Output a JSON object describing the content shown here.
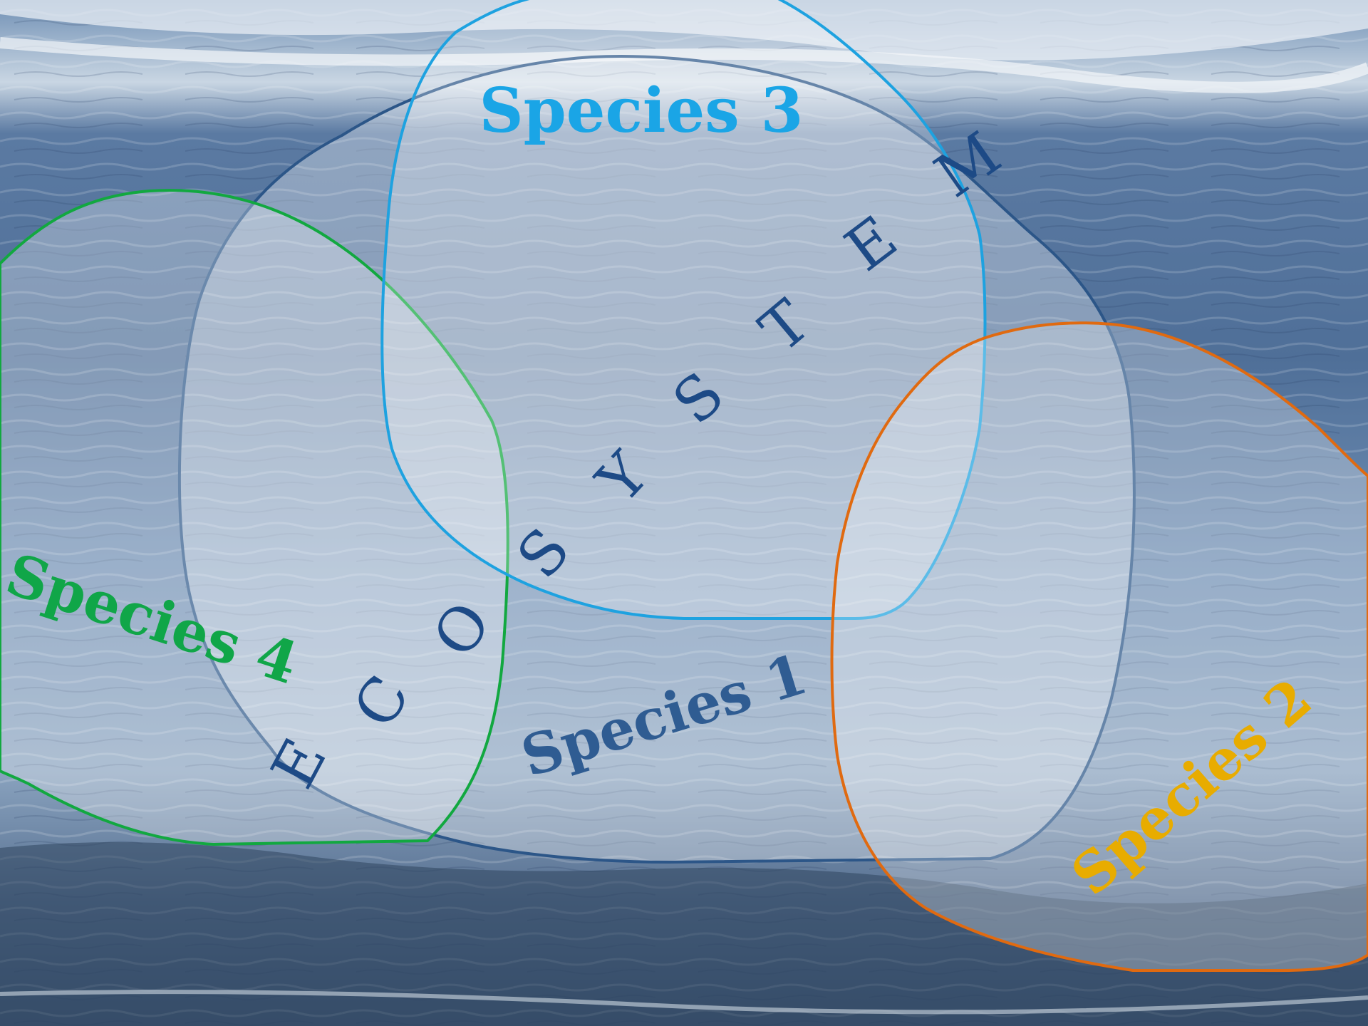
{
  "diagram": {
    "center_word": [
      "E",
      "C",
      "O",
      "S",
      "Y",
      "S",
      "T",
      "E",
      "M"
    ],
    "regions": [
      {
        "id": "species-1",
        "label": "Species 1",
        "outline_color": "#2c5688",
        "label_color": "#2f5c92"
      },
      {
        "id": "species-2",
        "label": "Species 2",
        "outline_color": "#e06a10",
        "label_color": "#e8ac00"
      },
      {
        "id": "species-3",
        "label": "Species 3",
        "outline_color": "#1ea2e0",
        "label_color": "#1aa5e6"
      },
      {
        "id": "species-4",
        "label": "Species 4",
        "outline_color": "#12a840",
        "label_color": "#10a648"
      }
    ],
    "ecosystem_color": "#1d4a86",
    "background": "beach-waves-photo"
  }
}
